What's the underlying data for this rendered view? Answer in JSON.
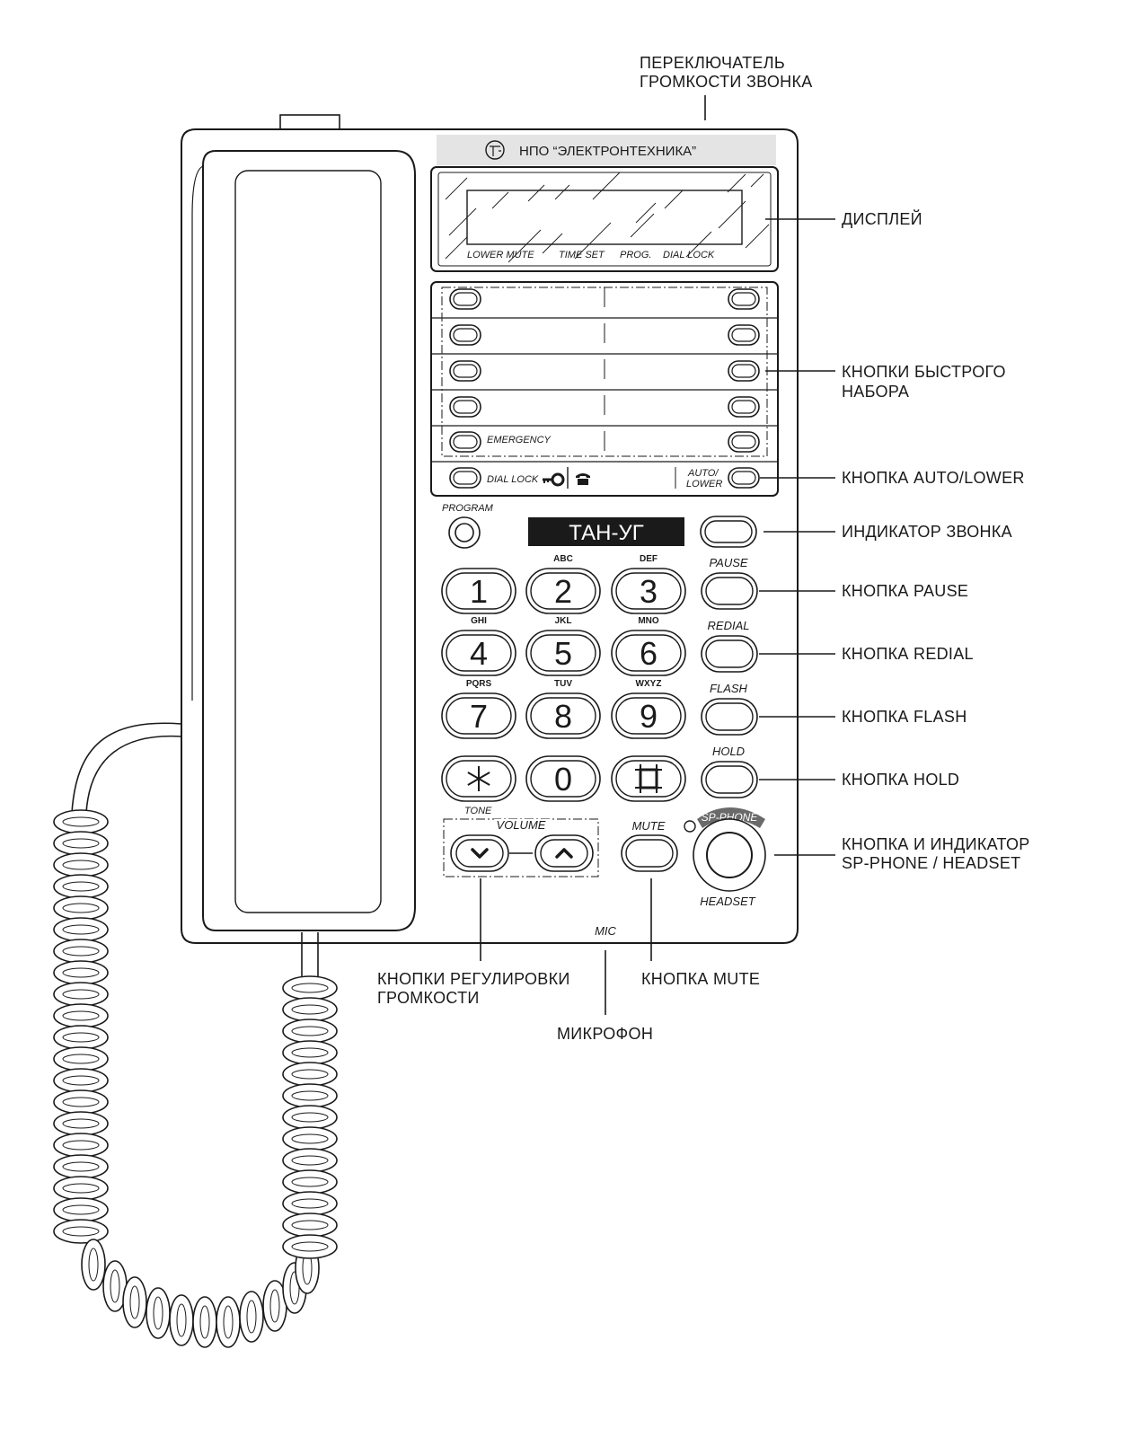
{
  "brand": "НПО “ЭЛЕКТРОНТЕХНИКА”",
  "model": "ТАН-УГ",
  "display_labels": [
    "LOWER MUTE",
    "TIME SET",
    "PROG.",
    "DIAL LOCK"
  ],
  "panel_labels": {
    "emergency": "EMERGENCY",
    "dial_lock": "DIAL LOCK",
    "auto_lower": [
      "AUTO/",
      "LOWER"
    ],
    "program": "PROGRAM",
    "pause": "PAUSE",
    "redial": "REDIAL",
    "flash": "FLASH",
    "hold": "HOLD",
    "tone": "TONE",
    "volume": "VOLUME",
    "mute": "MUTE",
    "sp_phone": "SP-PHONE",
    "headset": "HEADSET",
    "mic": "MIC"
  },
  "keypad": [
    {
      "digit": "1",
      "letters": ""
    },
    {
      "digit": "2",
      "letters": "ABC"
    },
    {
      "digit": "3",
      "letters": "DEF"
    },
    {
      "digit": "4",
      "letters": "GHI"
    },
    {
      "digit": "5",
      "letters": "JKL"
    },
    {
      "digit": "6",
      "letters": "MNO"
    },
    {
      "digit": "7",
      "letters": "PQRS"
    },
    {
      "digit": "8",
      "letters": "TUV"
    },
    {
      "digit": "9",
      "letters": "WXYZ"
    },
    {
      "digit": "",
      "letters": ""
    },
    {
      "digit": "0",
      "letters": ""
    },
    {
      "digit": "",
      "letters": ""
    }
  ],
  "callouts": {
    "ring_volume_switch": [
      "ПЕРЕКЛЮЧАТЕЛЬ",
      "ГРОМКОСТИ ЗВОНКА"
    ],
    "display": [
      "ДИСПЛЕЙ"
    ],
    "speed_dial": [
      "КНОПКИ БЫСТРОГО",
      "НАБОРА"
    ],
    "auto_lower": [
      "КНОПКА AUTO/LOWER"
    ],
    "ring_indicator": [
      "ИНДИКАТОР ЗВОНКА"
    ],
    "pause": [
      "КНОПКА PAUSE"
    ],
    "redial": [
      "КНОПКА REDIAL"
    ],
    "flash": [
      "КНОПКА FLASH"
    ],
    "hold": [
      "КНОПКА HOLD"
    ],
    "sp_phone": [
      "КНОПКА И ИНДИКАТОР",
      "SP-PHONE / HEADSET"
    ],
    "volume": [
      "КНОПКИ РЕГУЛИРОВКИ",
      "ГРОМКОСТИ"
    ],
    "mute": [
      "КНОПКА MUTE"
    ],
    "mic": [
      "МИКРОФОН"
    ]
  }
}
